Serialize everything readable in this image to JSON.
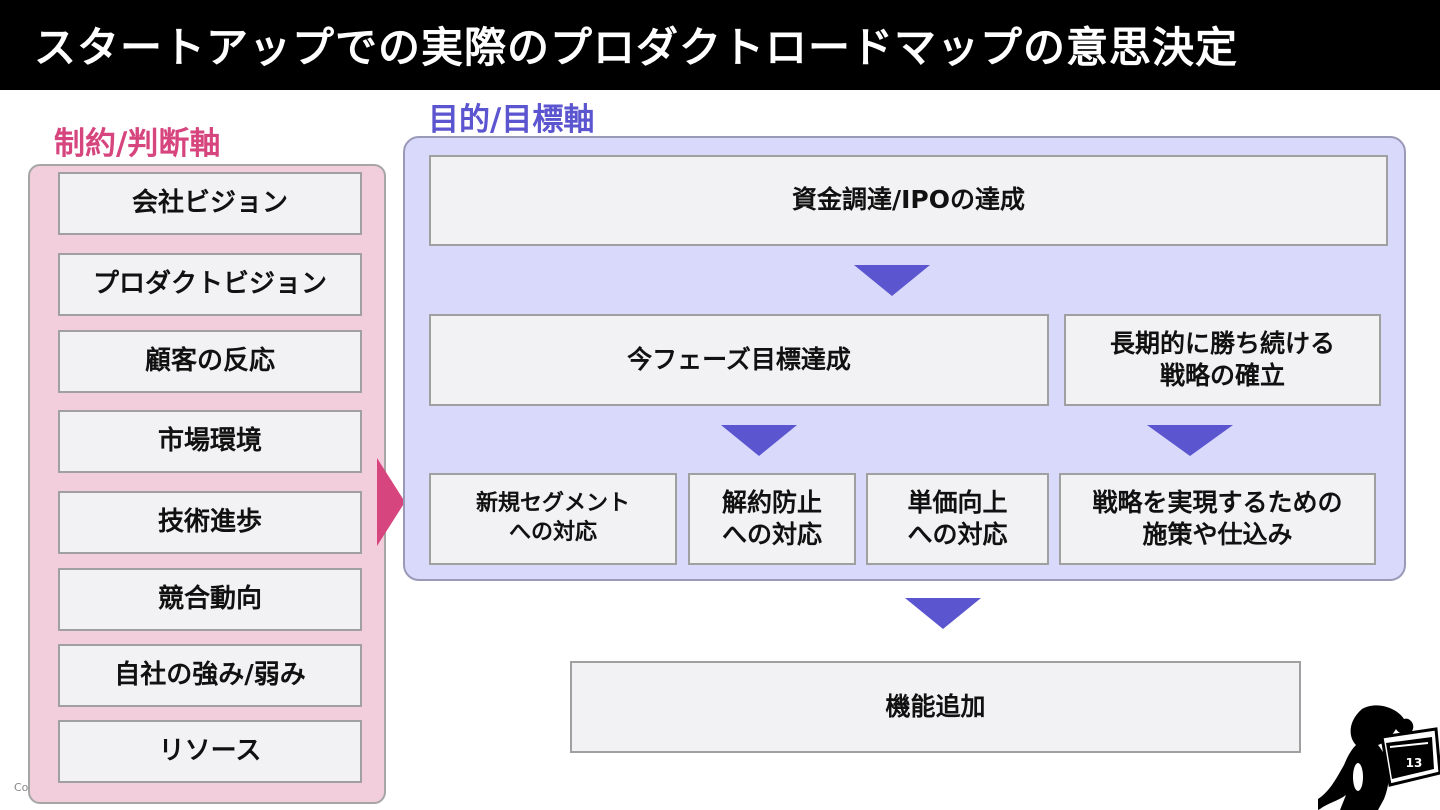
{
  "title": "スタートアップでの実際のプロダクトロードマップの意思決定",
  "left": {
    "heading": "制約/判断軸",
    "items": [
      "会社ビジョン",
      "プロダクトビジョン",
      "顧客の反応",
      "市場環境",
      "技術進歩",
      "競合動向",
      "自社の強み/弱み",
      "リソース"
    ]
  },
  "right": {
    "heading": "目的/目標軸",
    "top": "資金調達/IPOの達成",
    "phase_goal": "今フェーズ目標達成",
    "long_term": [
      "長期的に勝ち続ける",
      "戦略の確立"
    ],
    "sub": [
      [
        "新規セグメント",
        "への対応"
      ],
      [
        "解約防止",
        "への対応"
      ],
      [
        "単価向上",
        "への対応"
      ],
      [
        "戦略を実現するための",
        "施策や仕込み"
      ]
    ]
  },
  "result": "機能追加",
  "footer": "Co",
  "page_number": "13",
  "colors": {
    "pink": "#d6457e",
    "purple": "#5b55cf",
    "lavender": "#d9d9fb",
    "pink_bg": "#f2cddc"
  }
}
